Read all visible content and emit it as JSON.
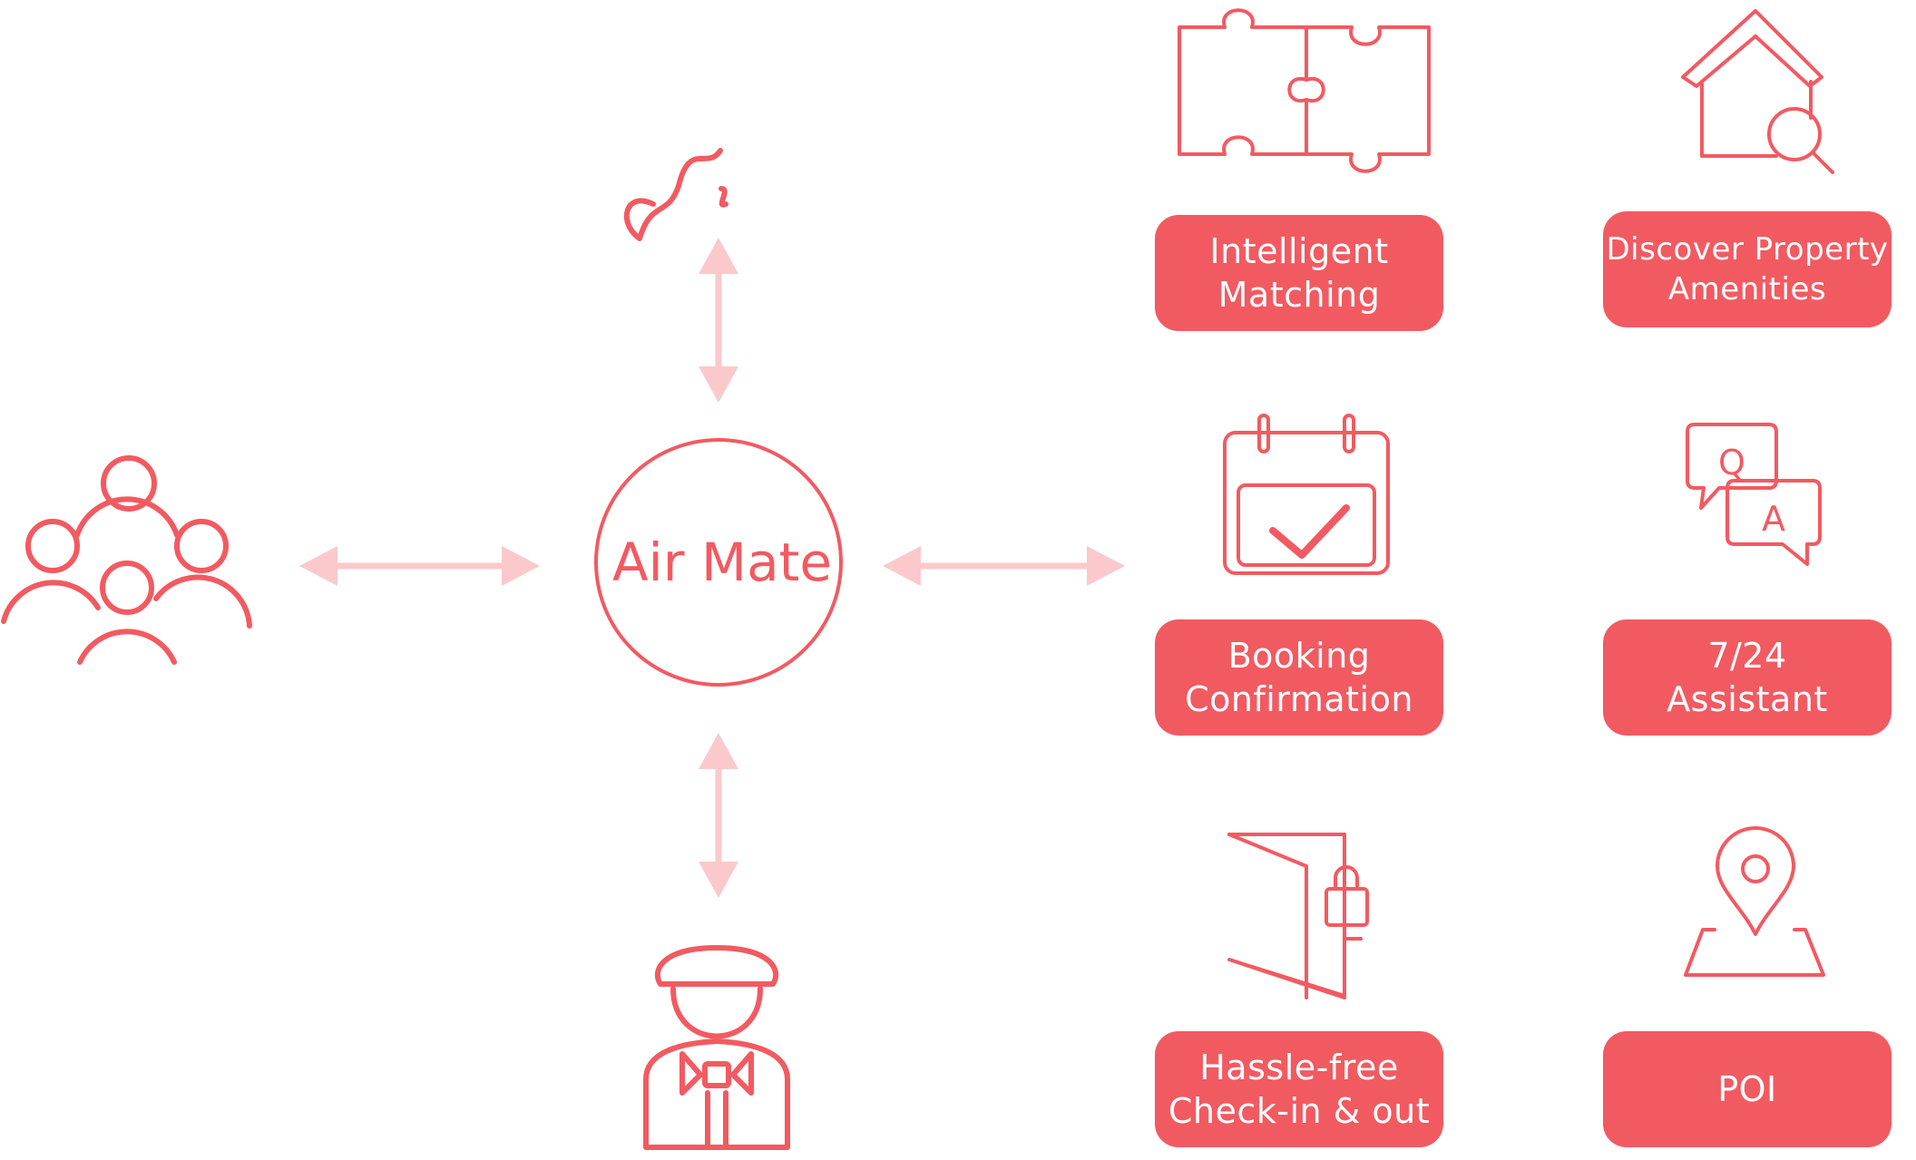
{
  "center": {
    "label": "Air Mate"
  },
  "icons": {
    "travelers": "people-group-icon",
    "airbnb": "airbnb-logo-icon",
    "host": "host-concierge-icon",
    "matching": "puzzle-icon",
    "amenities": "house-search-icon",
    "booking": "calendar-check-icon",
    "assistant": "qa-chat-icon",
    "checkin": "door-lock-icon",
    "poi": "map-pin-icon"
  },
  "qa_icon": {
    "q": "Q",
    "a": "A"
  },
  "features": [
    {
      "line1": "Intelligent",
      "line2": "Matching"
    },
    {
      "line1": "Discover Property",
      "line2": "Amenities"
    },
    {
      "line1": "Booking",
      "line2": "Confirmation"
    },
    {
      "line1": "7/24",
      "line2": "Assistant"
    },
    {
      "line1": "Hassle-free",
      "line2": "Check-in & out"
    },
    {
      "line1": "POI",
      "line2": ""
    }
  ],
  "colors": {
    "accent": "#F25A61",
    "arrow": "#FBC9CB",
    "background": "#FFFFFF"
  }
}
